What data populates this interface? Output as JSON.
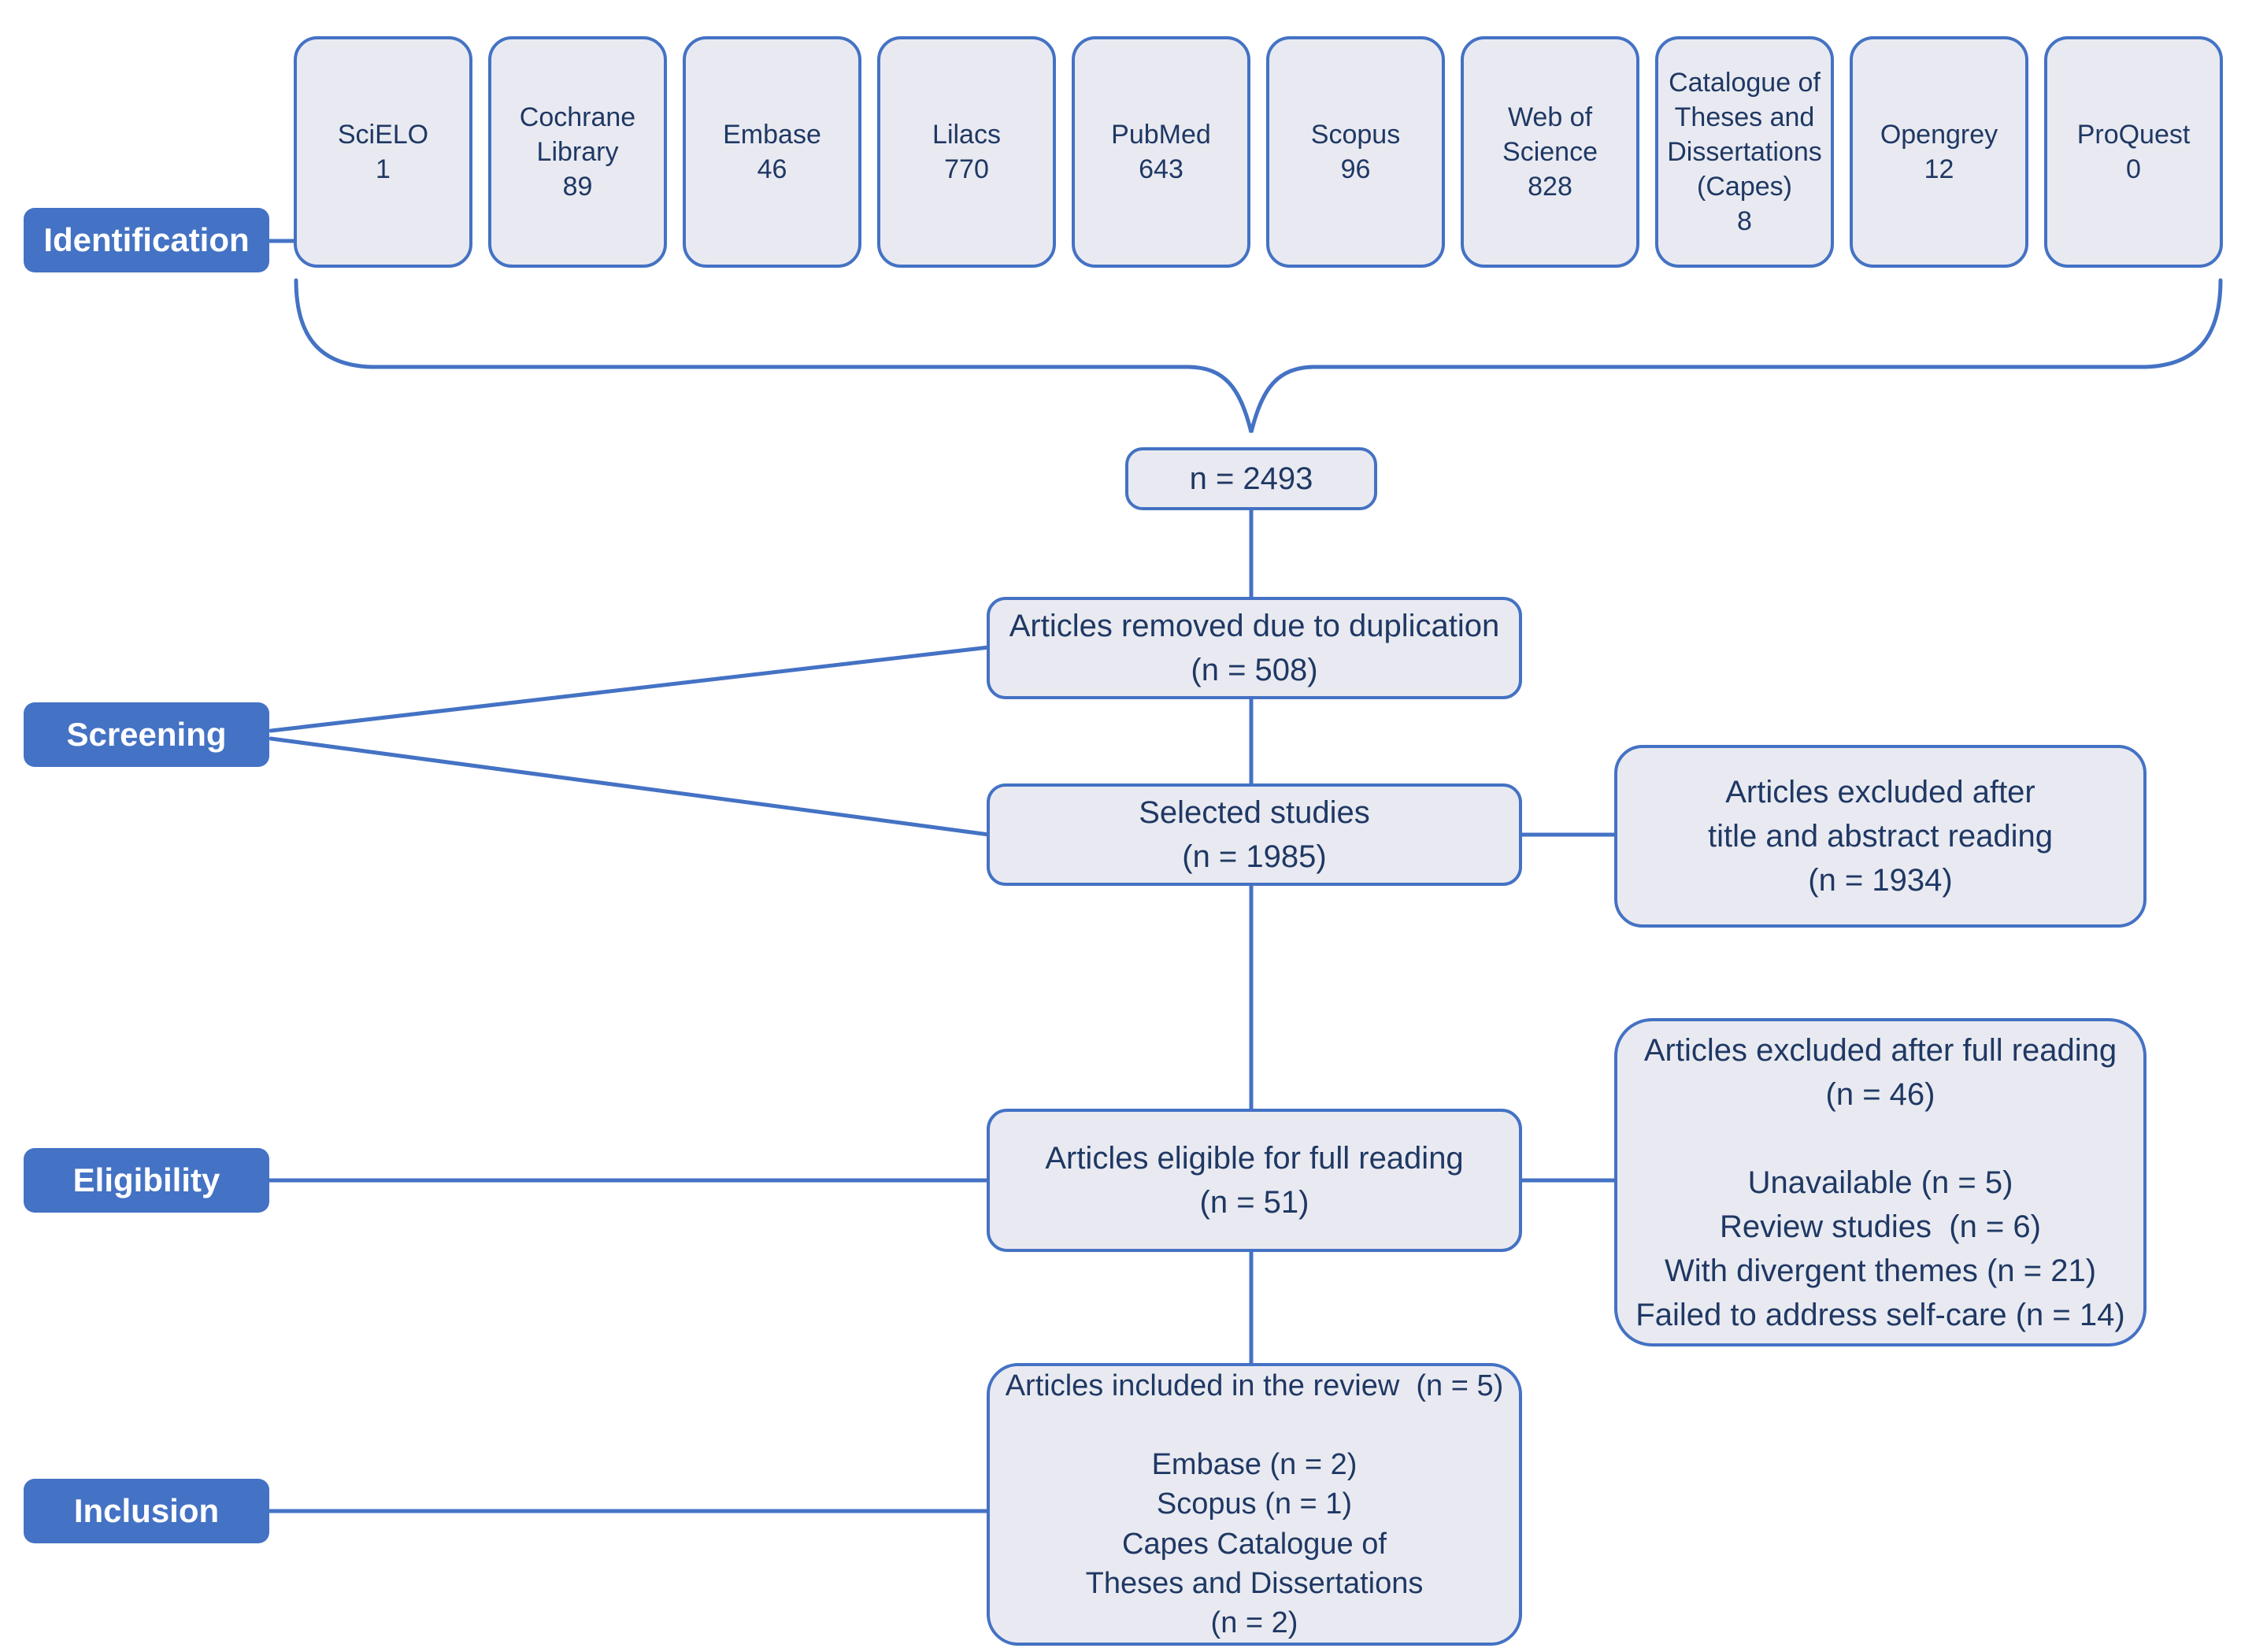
{
  "colors": {
    "accent_blue": "#4472C4",
    "box_fill": "#E9EAF1",
    "text_navy": "#1F3864",
    "label_text": "#FFFFFF"
  },
  "stages": [
    {
      "label": "Identification"
    },
    {
      "label": "Screening"
    },
    {
      "label": "Eligibility"
    },
    {
      "label": "Inclusion"
    }
  ],
  "databases": [
    {
      "name": "SciELO",
      "count": "1"
    },
    {
      "name": "Cochrane Library",
      "count": "89"
    },
    {
      "name": "Embase",
      "count": "46"
    },
    {
      "name": "Lilacs",
      "count": "770"
    },
    {
      "name": "PubMed",
      "count": "643"
    },
    {
      "name": "Scopus",
      "count": "96"
    },
    {
      "name": "Web of Science",
      "count": "828"
    },
    {
      "name": "Catalogue of Theses and Dissertations (Capes)",
      "count": "8"
    },
    {
      "name": "Opengrey",
      "count": "12"
    },
    {
      "name": "ProQuest",
      "count": "0"
    }
  ],
  "flow": {
    "total": "n = 2493",
    "removed": "Articles removed due to duplication\n(n = 508)",
    "selected": "Selected studies\n(n = 1985)",
    "eligible": "Articles eligible for full reading\n(n = 51)",
    "included": "Articles included in the review  (n = 5)\n\nEmbase (n = 2)\nScopus (n = 1)\nCapes Catalogue of\nTheses and Dissertations\n(n = 2)"
  },
  "exclusions": {
    "title_abstract": "Articles excluded after\ntitle and abstract reading\n(n = 1934)",
    "full_reading": "Articles excluded after full reading\n(n = 46)\n\nUnavailable (n = 5)\nReview studies  (n = 6)\nWith divergent themes (n = 21)\nFailed to address self-care (n = 14)"
  }
}
